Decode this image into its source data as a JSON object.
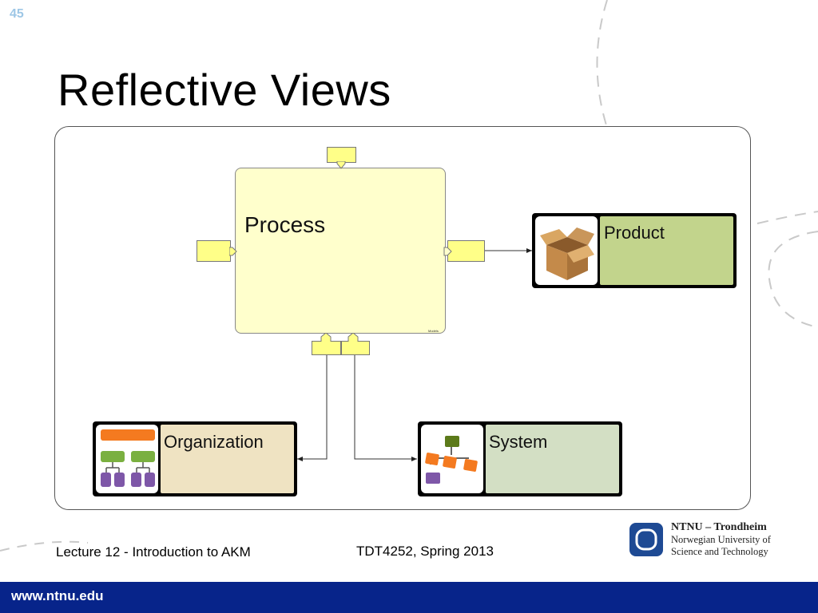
{
  "slide": {
    "number": "45",
    "title": "Reflective Views"
  },
  "diagram": {
    "process": {
      "label": "Process",
      "tag": "Models"
    },
    "product": {
      "label": "Product"
    },
    "organization": {
      "label": "Organization"
    },
    "system": {
      "label": "System"
    }
  },
  "footer": {
    "lecture": "Lecture 12 - Introduction to AKM",
    "course": "TDT4252, Spring 2013",
    "institution_name": "NTNU – Trondheim",
    "institution_line1": "Norwegian University of",
    "institution_line2": "Science and Technology",
    "url": "www.ntnu.edu"
  },
  "colors": {
    "process_fill": "#ffffcc",
    "port_fill": "#ffff88",
    "product_fill": "#c2d48c",
    "organization_fill": "#efe3c2",
    "system_fill": "#d3dfc4",
    "footer_bar": "#07248a",
    "ntnu_blue": "#1e4a94"
  },
  "icons": {
    "product": "cardboard-box-icon",
    "organization": "org-chart-icon",
    "system": "system-tree-icon"
  }
}
